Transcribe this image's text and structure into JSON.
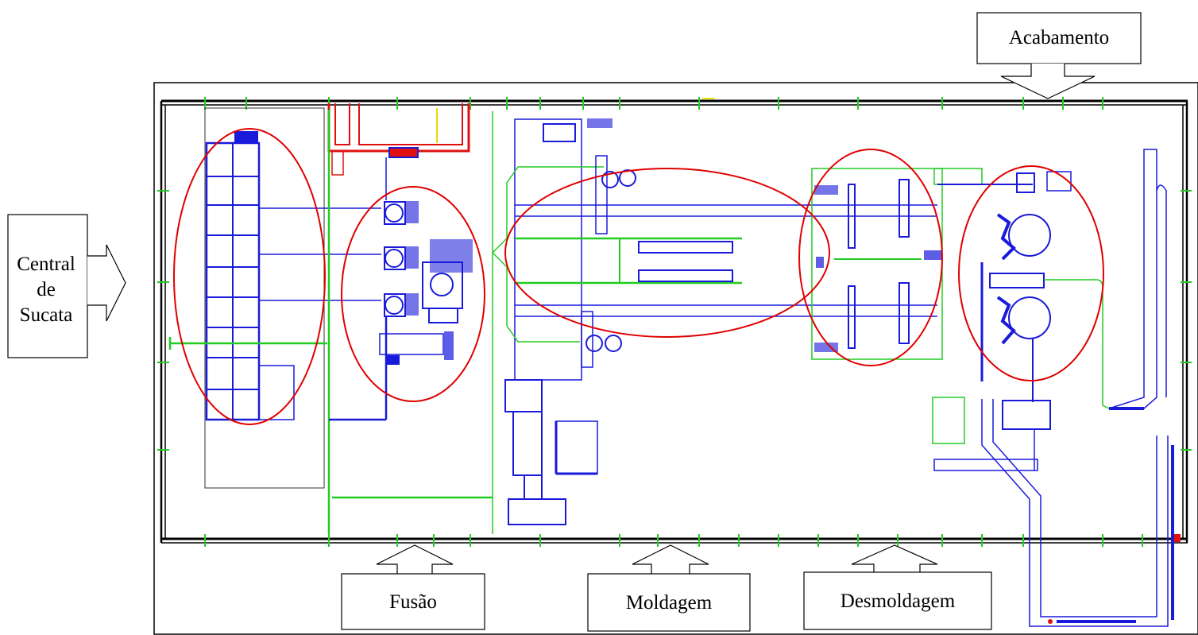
{
  "labels": {
    "acabamento": "Acabamento",
    "central_line1": "Central",
    "central_line2": "de",
    "central_line3": "Sucata",
    "fusao": "Fusão",
    "moldagem": "Moldagem",
    "desmoldagem": "Desmoldagem"
  },
  "colors": {
    "equipment": "#1a1adb",
    "piping": "#22cc22",
    "structure_red": "#e01010",
    "zone_circle": "#e00000",
    "wall": "#000000"
  }
}
